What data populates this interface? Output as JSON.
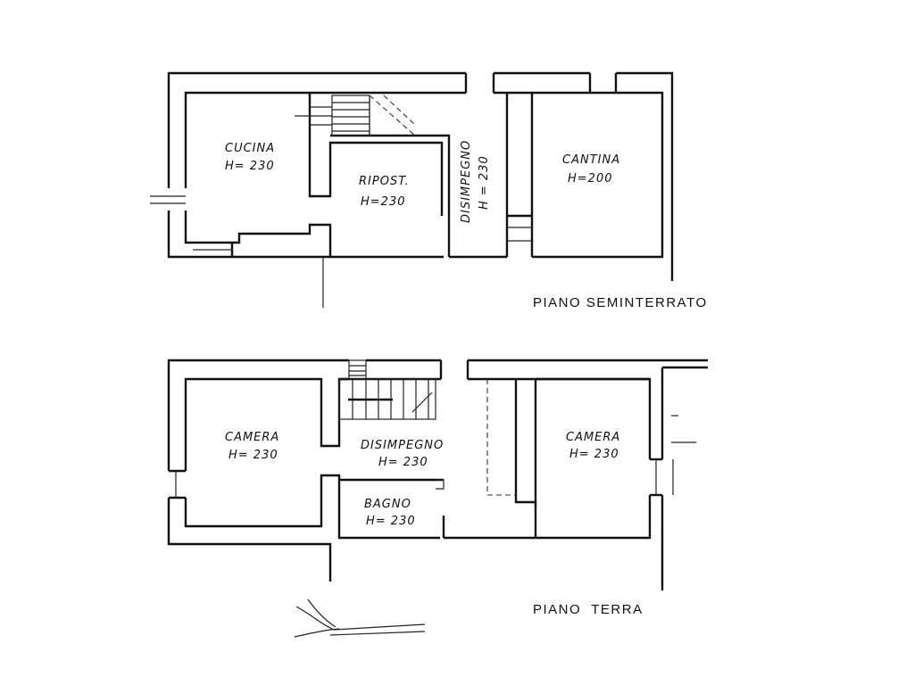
{
  "floors": [
    {
      "title": "PIANO SEMINTERRATO",
      "rooms": [
        {
          "name": "CUCINA",
          "height": "H= 230"
        },
        {
          "name": "RIPOST.",
          "height": "H=230"
        },
        {
          "name": "DISIMPEGNO",
          "height": "H = 230"
        },
        {
          "name": "CANTINA",
          "height": "H=200"
        }
      ]
    },
    {
      "title": "PIANO  TERRA",
      "rooms": [
        {
          "name": "CAMERA",
          "height": "H= 230"
        },
        {
          "name": "DISIMPEGNO",
          "height": "H= 230"
        },
        {
          "name": "BAGNO",
          "height": "H= 230"
        },
        {
          "name": "CAMERA",
          "height": "H= 230"
        }
      ]
    }
  ]
}
